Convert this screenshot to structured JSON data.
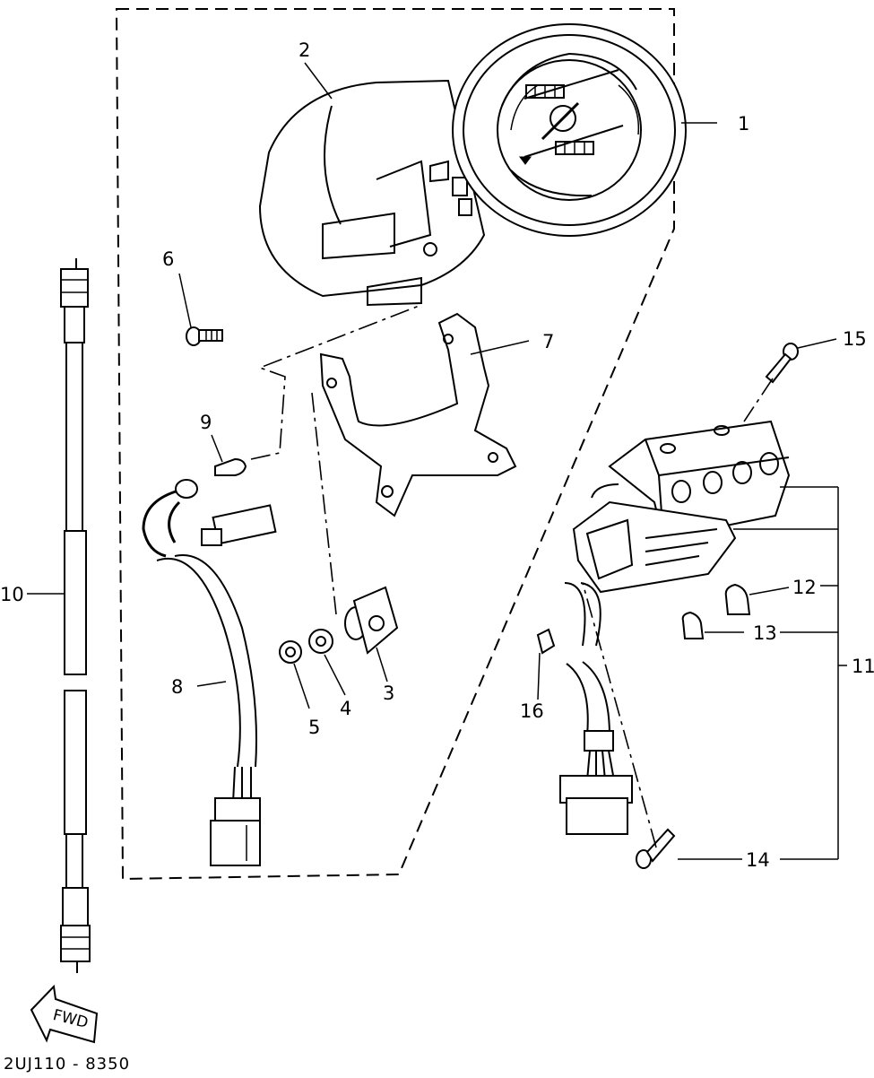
{
  "diagram": {
    "callouts": [
      {
        "id": "c1",
        "text": "1"
      },
      {
        "id": "c2",
        "text": "2"
      },
      {
        "id": "c3",
        "text": "3"
      },
      {
        "id": "c4",
        "text": "4"
      },
      {
        "id": "c5",
        "text": "5"
      },
      {
        "id": "c6",
        "text": "6"
      },
      {
        "id": "c7",
        "text": "7"
      },
      {
        "id": "c8",
        "text": "8"
      },
      {
        "id": "c9",
        "text": "9"
      },
      {
        "id": "c10",
        "text": "10"
      },
      {
        "id": "c11",
        "text": "11"
      },
      {
        "id": "c12",
        "text": "12"
      },
      {
        "id": "c13",
        "text": "13"
      },
      {
        "id": "c14",
        "text": "14"
      },
      {
        "id": "c15",
        "text": "15"
      },
      {
        "id": "c16",
        "text": "16"
      }
    ],
    "direction_arrow": "FWD",
    "drawing_code": "2UJ110 - 8350"
  }
}
